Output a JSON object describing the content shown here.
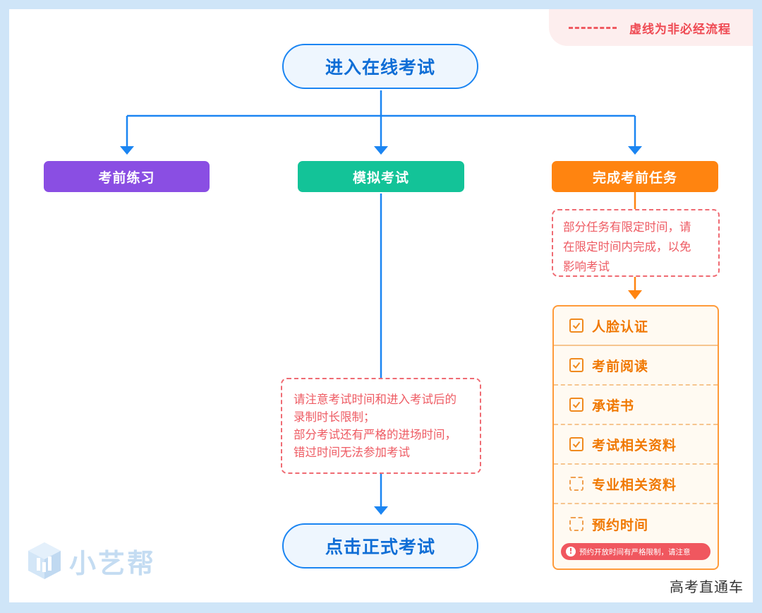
{
  "legend": {
    "text": "虚线为非必经流程"
  },
  "start_node": {
    "label": "进入在线考试"
  },
  "branches": {
    "practice": {
      "label": "考前练习",
      "color": "#8a4ee3"
    },
    "mock": {
      "label": "模拟考试",
      "color": "#13c398"
    },
    "tasks": {
      "label": "完成考前任务",
      "color": "#ff8410"
    }
  },
  "mock_note": {
    "line1": "请注意考试时间和进入考试后的",
    "line2": "录制时长限制；",
    "line3": "部分考试还有严格的进场时间，",
    "line4": "错过时间无法参加考试"
  },
  "tasks_note": {
    "line1": "部分任务有限定时间，请",
    "line2": "在限定时间内完成，以免",
    "line3": "影响考试"
  },
  "task_list": {
    "items": [
      {
        "label": "人脸认证",
        "checked": true
      },
      {
        "label": "考前阅读",
        "checked": true
      },
      {
        "label": "承诺书",
        "checked": true
      },
      {
        "label": "考试相关资料",
        "checked": true
      },
      {
        "label": "专业相关资料",
        "checked": false
      },
      {
        "label": "预约时间",
        "checked": false
      }
    ],
    "warning": "预约开放时间有严格限制，请注意"
  },
  "end_node": {
    "label": "点击正式考试"
  },
  "logo": {
    "text": "小艺帮",
    "icon": "logo-cube-icon"
  },
  "watermark": {
    "text": "高考直通车"
  },
  "colors": {
    "flow_blue": "#1b85f2",
    "task_orange": "#ff8410",
    "dashed_red": "#ef5a61"
  }
}
